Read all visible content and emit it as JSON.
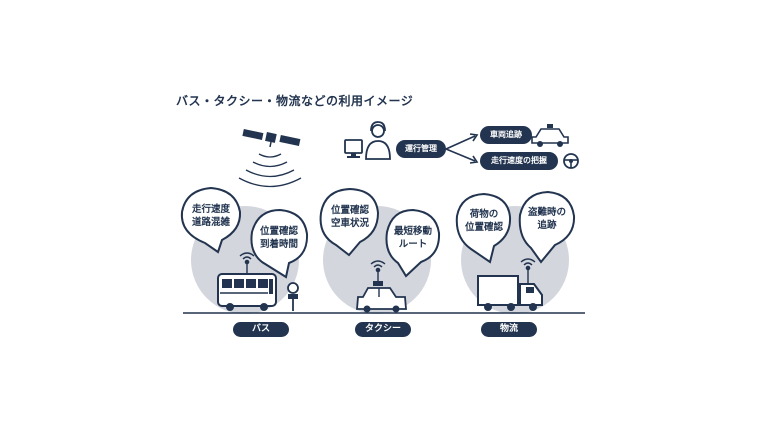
{
  "title": "バス・タクシー・物流などの利用イメージ",
  "top_flow": {
    "center_label": "運行管理",
    "outputs": [
      "車両追跡",
      "走行速度の把握"
    ]
  },
  "groups": [
    {
      "label": "バス",
      "bubble_left": [
        "走行速度",
        "道路混雑"
      ],
      "bubble_right": [
        "位置確認",
        "到着時間"
      ]
    },
    {
      "label": "タクシー",
      "bubble_left": [
        "位置確認",
        "空車状況"
      ],
      "bubble_right": [
        "最短移動",
        "ルート"
      ]
    },
    {
      "label": "物流",
      "bubble_left": [
        "荷物の",
        "位置確認"
      ],
      "bubble_right": [
        "盗難時の",
        "追跡"
      ]
    }
  ],
  "icons": [
    "satellite-icon",
    "computer-icon",
    "operator-icon",
    "car-icon",
    "steering-wheel-icon",
    "bus-icon",
    "bus-stop-icon",
    "taxi-icon",
    "truck-icon",
    "antenna-icon"
  ],
  "colors": {
    "navy": "#22344f",
    "circle": "#d3d6dd"
  }
}
